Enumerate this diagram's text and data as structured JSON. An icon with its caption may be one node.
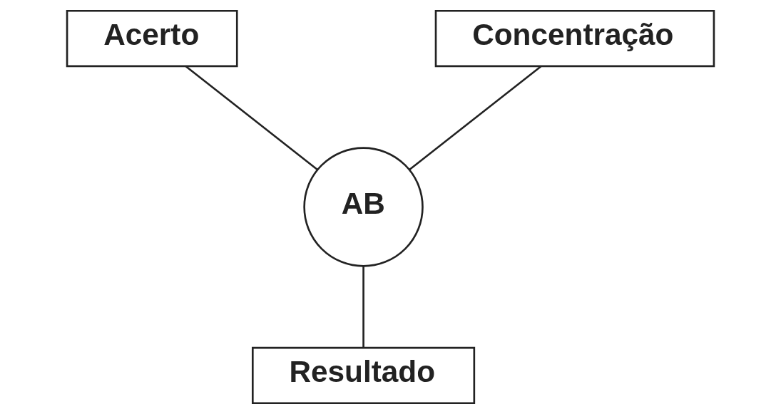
{
  "diagram": {
    "nodes": [
      {
        "text": [
          "Acerto"
        ]
      },
      {
        "text": [
          "Concentração"
        ]
      },
      {
        "text": [
          "AB"
        ]
      },
      {
        "text": [
          "Resultado"
        ]
      }
    ],
    "edges": [
      {
        "from": 0,
        "to": 2,
        "arrow": "none"
      },
      {
        "from": 1,
        "to": 2,
        "arrow": "none"
      },
      {
        "from": 2,
        "to": 3,
        "arrow": "none"
      }
    ]
  }
}
